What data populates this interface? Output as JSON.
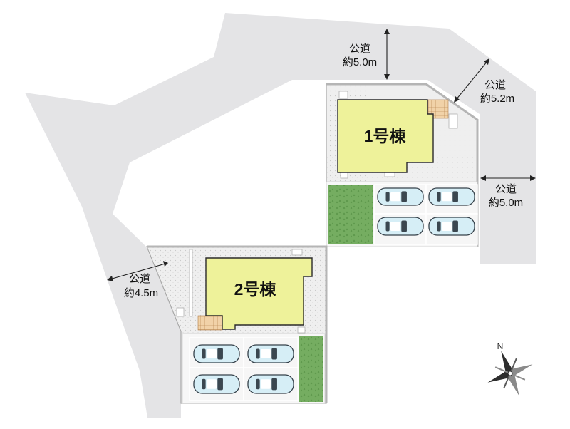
{
  "roads": [
    {
      "id": "north",
      "line1": "公道",
      "line2": "約5.0m"
    },
    {
      "id": "northeast",
      "line1": "公道",
      "line2": "約5.2m"
    },
    {
      "id": "east",
      "line1": "公道",
      "line2": "約5.0m"
    },
    {
      "id": "west",
      "line1": "公道",
      "line2": "約4.5m"
    }
  ],
  "buildings": [
    {
      "id": "house-1",
      "label": "1号棟"
    },
    {
      "id": "house-2",
      "label": "2号棟"
    }
  ],
  "compass": {
    "label": "N"
  },
  "colors": {
    "road": "#e4e4e6",
    "lot": "#efefef",
    "house": "#eef29a",
    "garden": "#75ad61",
    "tile": "#f1d2a8",
    "car": "#d6eef6"
  }
}
